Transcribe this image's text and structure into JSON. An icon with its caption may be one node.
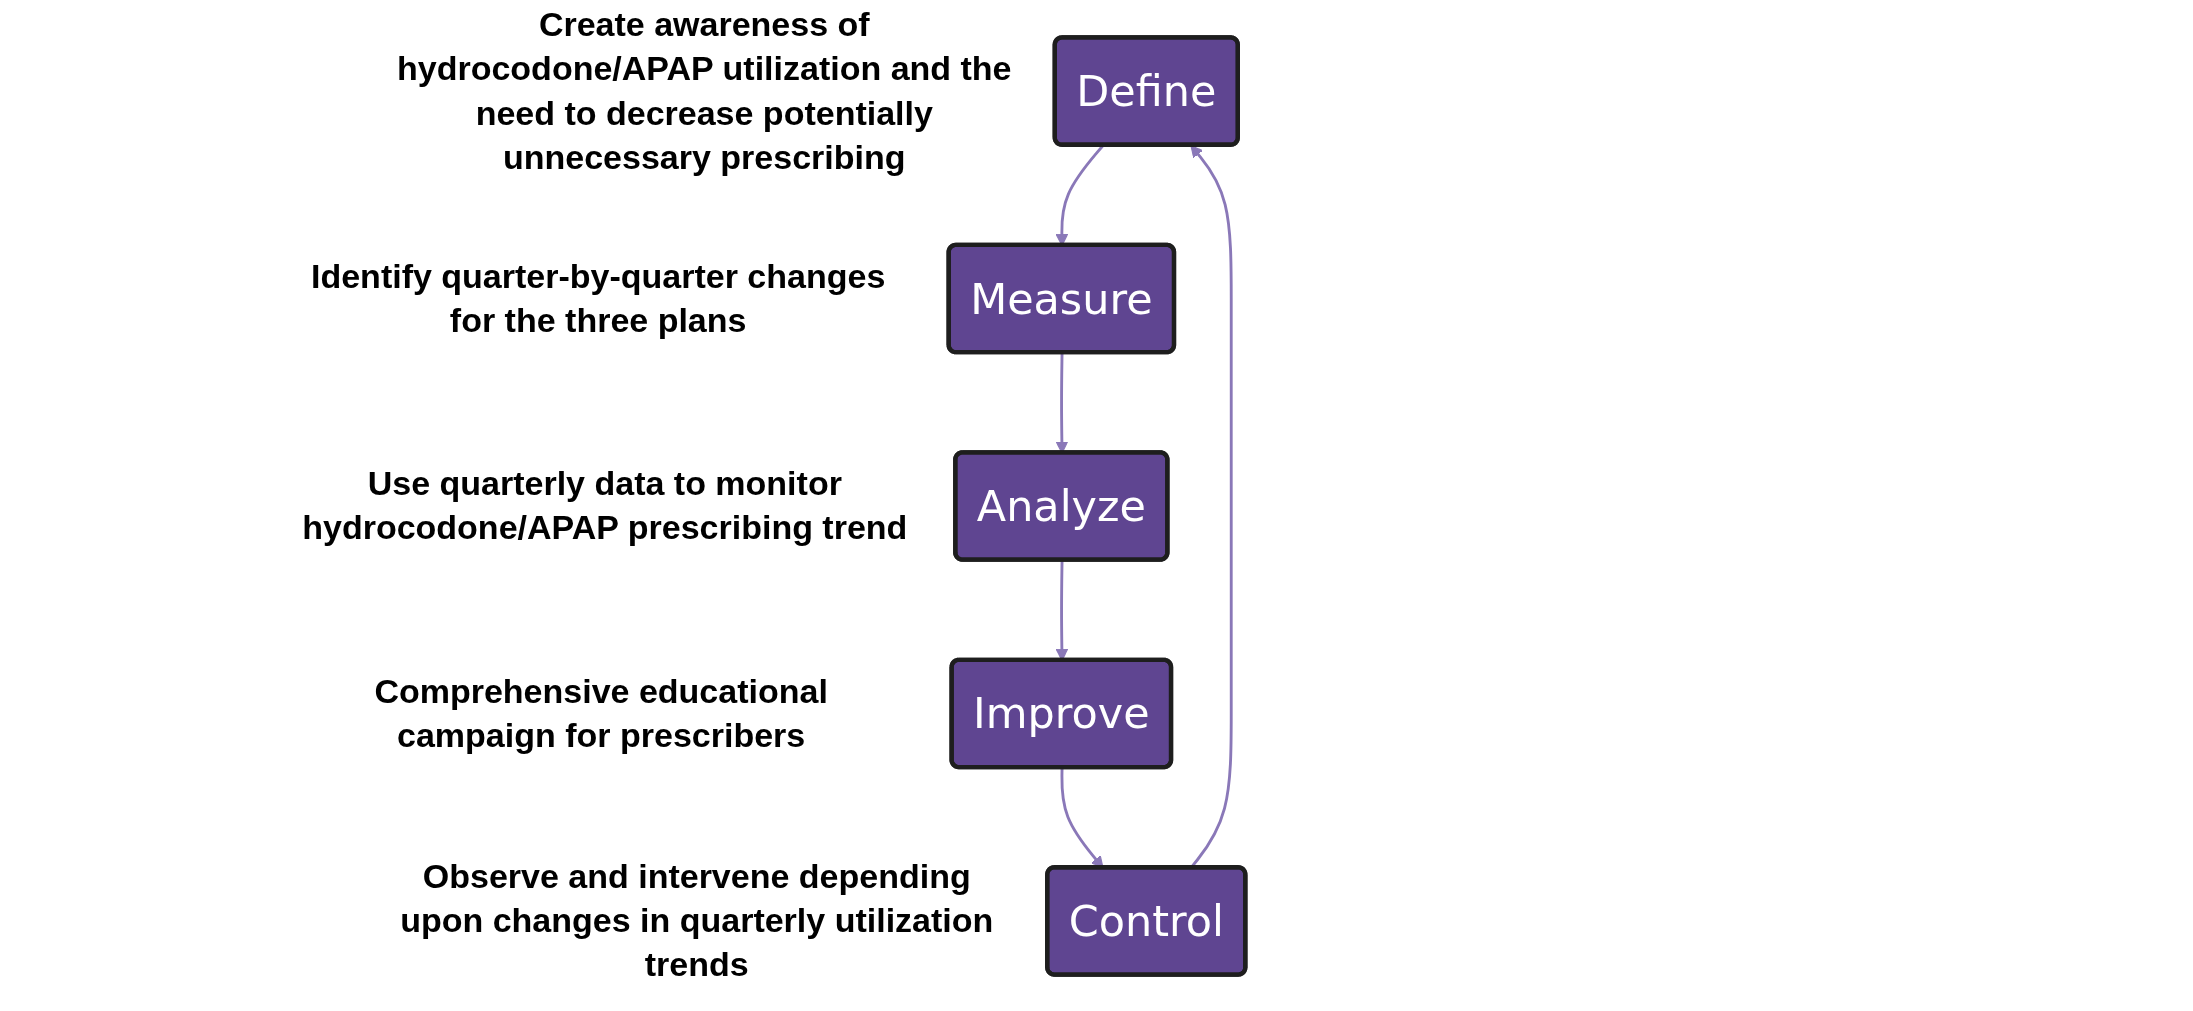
{
  "diagram": {
    "nodes": [
      {
        "text": [
          "Define"
        ],
        "beside": [
          "Create awareness of hydrocodone/APAP utilization and the need to decrease potentially unnecessary prescribing"
        ]
      },
      {
        "text": [
          "Measure"
        ],
        "beside": [
          "Identify quarter-by-quarter changes for the three plans"
        ]
      },
      {
        "text": [
          "Analyze"
        ],
        "beside": [
          "Use quarterly data to monitor hydrocodone/APAP prescribing trend"
        ]
      },
      {
        "text": [
          "Improve"
        ],
        "beside": [
          "Comprehensive educational campaign for prescribers"
        ]
      },
      {
        "text": [
          "Control"
        ],
        "beside": [
          "Observe and intervene depending upon changes in quarterly utilization trends"
        ]
      }
    ],
    "edges": [
      {
        "from": 0,
        "to": 1,
        "arrow": "to"
      },
      {
        "from": 1,
        "to": 2,
        "arrow": "to"
      },
      {
        "from": 2,
        "to": 3,
        "arrow": "to"
      },
      {
        "from": 3,
        "to": 4,
        "arrow": "to"
      },
      {
        "from": 4,
        "to": 0,
        "arrow": "to"
      }
    ]
  }
}
